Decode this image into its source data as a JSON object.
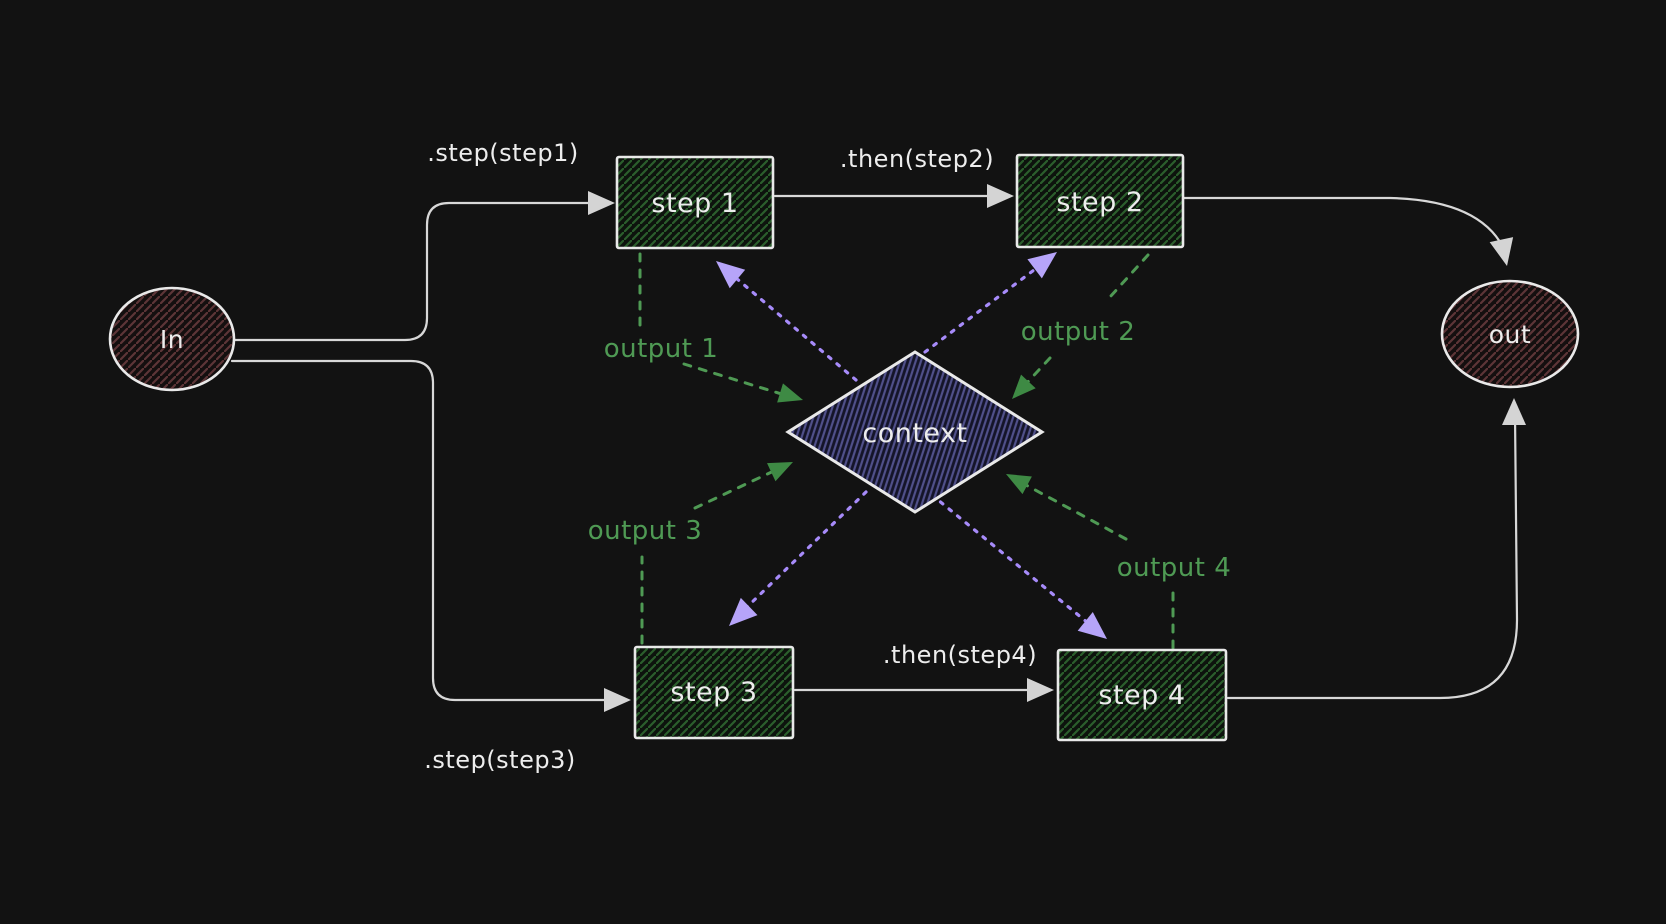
{
  "diagram": {
    "nodes": {
      "in": "In",
      "out": "out",
      "step1": "step 1",
      "step2": "step 2",
      "step3": "step 3",
      "step4": "step 4",
      "context": "context"
    },
    "edge_labels": {
      "step_step1": ".step(step1)",
      "then_step2": ".then(step2)",
      "step_step3": ".step(step3)",
      "then_step4": ".then(step4)"
    },
    "output_labels": {
      "output1": "output 1",
      "output2": "output 2",
      "output3": "output 3",
      "output4": "output 4"
    }
  },
  "colors": {
    "background": "#121212",
    "edge_stroke": "#d8d8d8",
    "node_border": "#e9e9e9",
    "arrowhead_gray": "#d4d4d4",
    "text_white": "#ededed",
    "green": "#4f9a54",
    "green_arrowhead": "#3e8a44",
    "green_hatch_line": "#2b5e2c",
    "green_hatch_bg": "#0d130d",
    "purple": "#a78bfa",
    "purple_arrowhead": "#b6a4f9",
    "purple_hatch_line": "#50508a",
    "purple_hatch_bg": "#141428",
    "red_hatch_line": "#5d3537",
    "red_hatch_bg": "#140f0f"
  }
}
